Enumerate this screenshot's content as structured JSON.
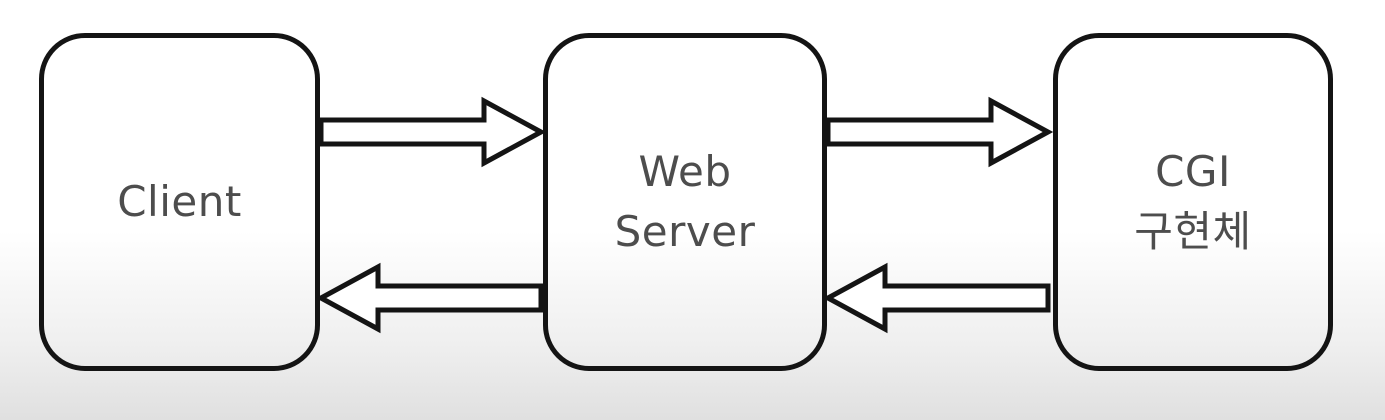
{
  "diagram": {
    "nodes": [
      {
        "id": "client",
        "label": "Client",
        "lines": [
          "Client"
        ]
      },
      {
        "id": "web-server",
        "label": "Web Server",
        "lines": [
          "Web",
          "Server"
        ]
      },
      {
        "id": "cgi",
        "label": "CGI 구현체",
        "lines": [
          "CGI",
          "구현체"
        ]
      }
    ],
    "edges": [
      {
        "from": "client",
        "to": "web-server",
        "direction": "right",
        "position": "top"
      },
      {
        "from": "web-server",
        "to": "client",
        "direction": "left",
        "position": "bottom"
      },
      {
        "from": "web-server",
        "to": "cgi",
        "direction": "right",
        "position": "top"
      },
      {
        "from": "cgi",
        "to": "web-server",
        "direction": "left",
        "position": "bottom"
      }
    ],
    "colors": {
      "node_border": "#141414",
      "node_text": "#4d4d4d",
      "arrow_fill": "#ffffff",
      "arrow_stroke": "#141414",
      "background_top": "#ffffff",
      "background_bottom": "#e0e0e0"
    }
  }
}
